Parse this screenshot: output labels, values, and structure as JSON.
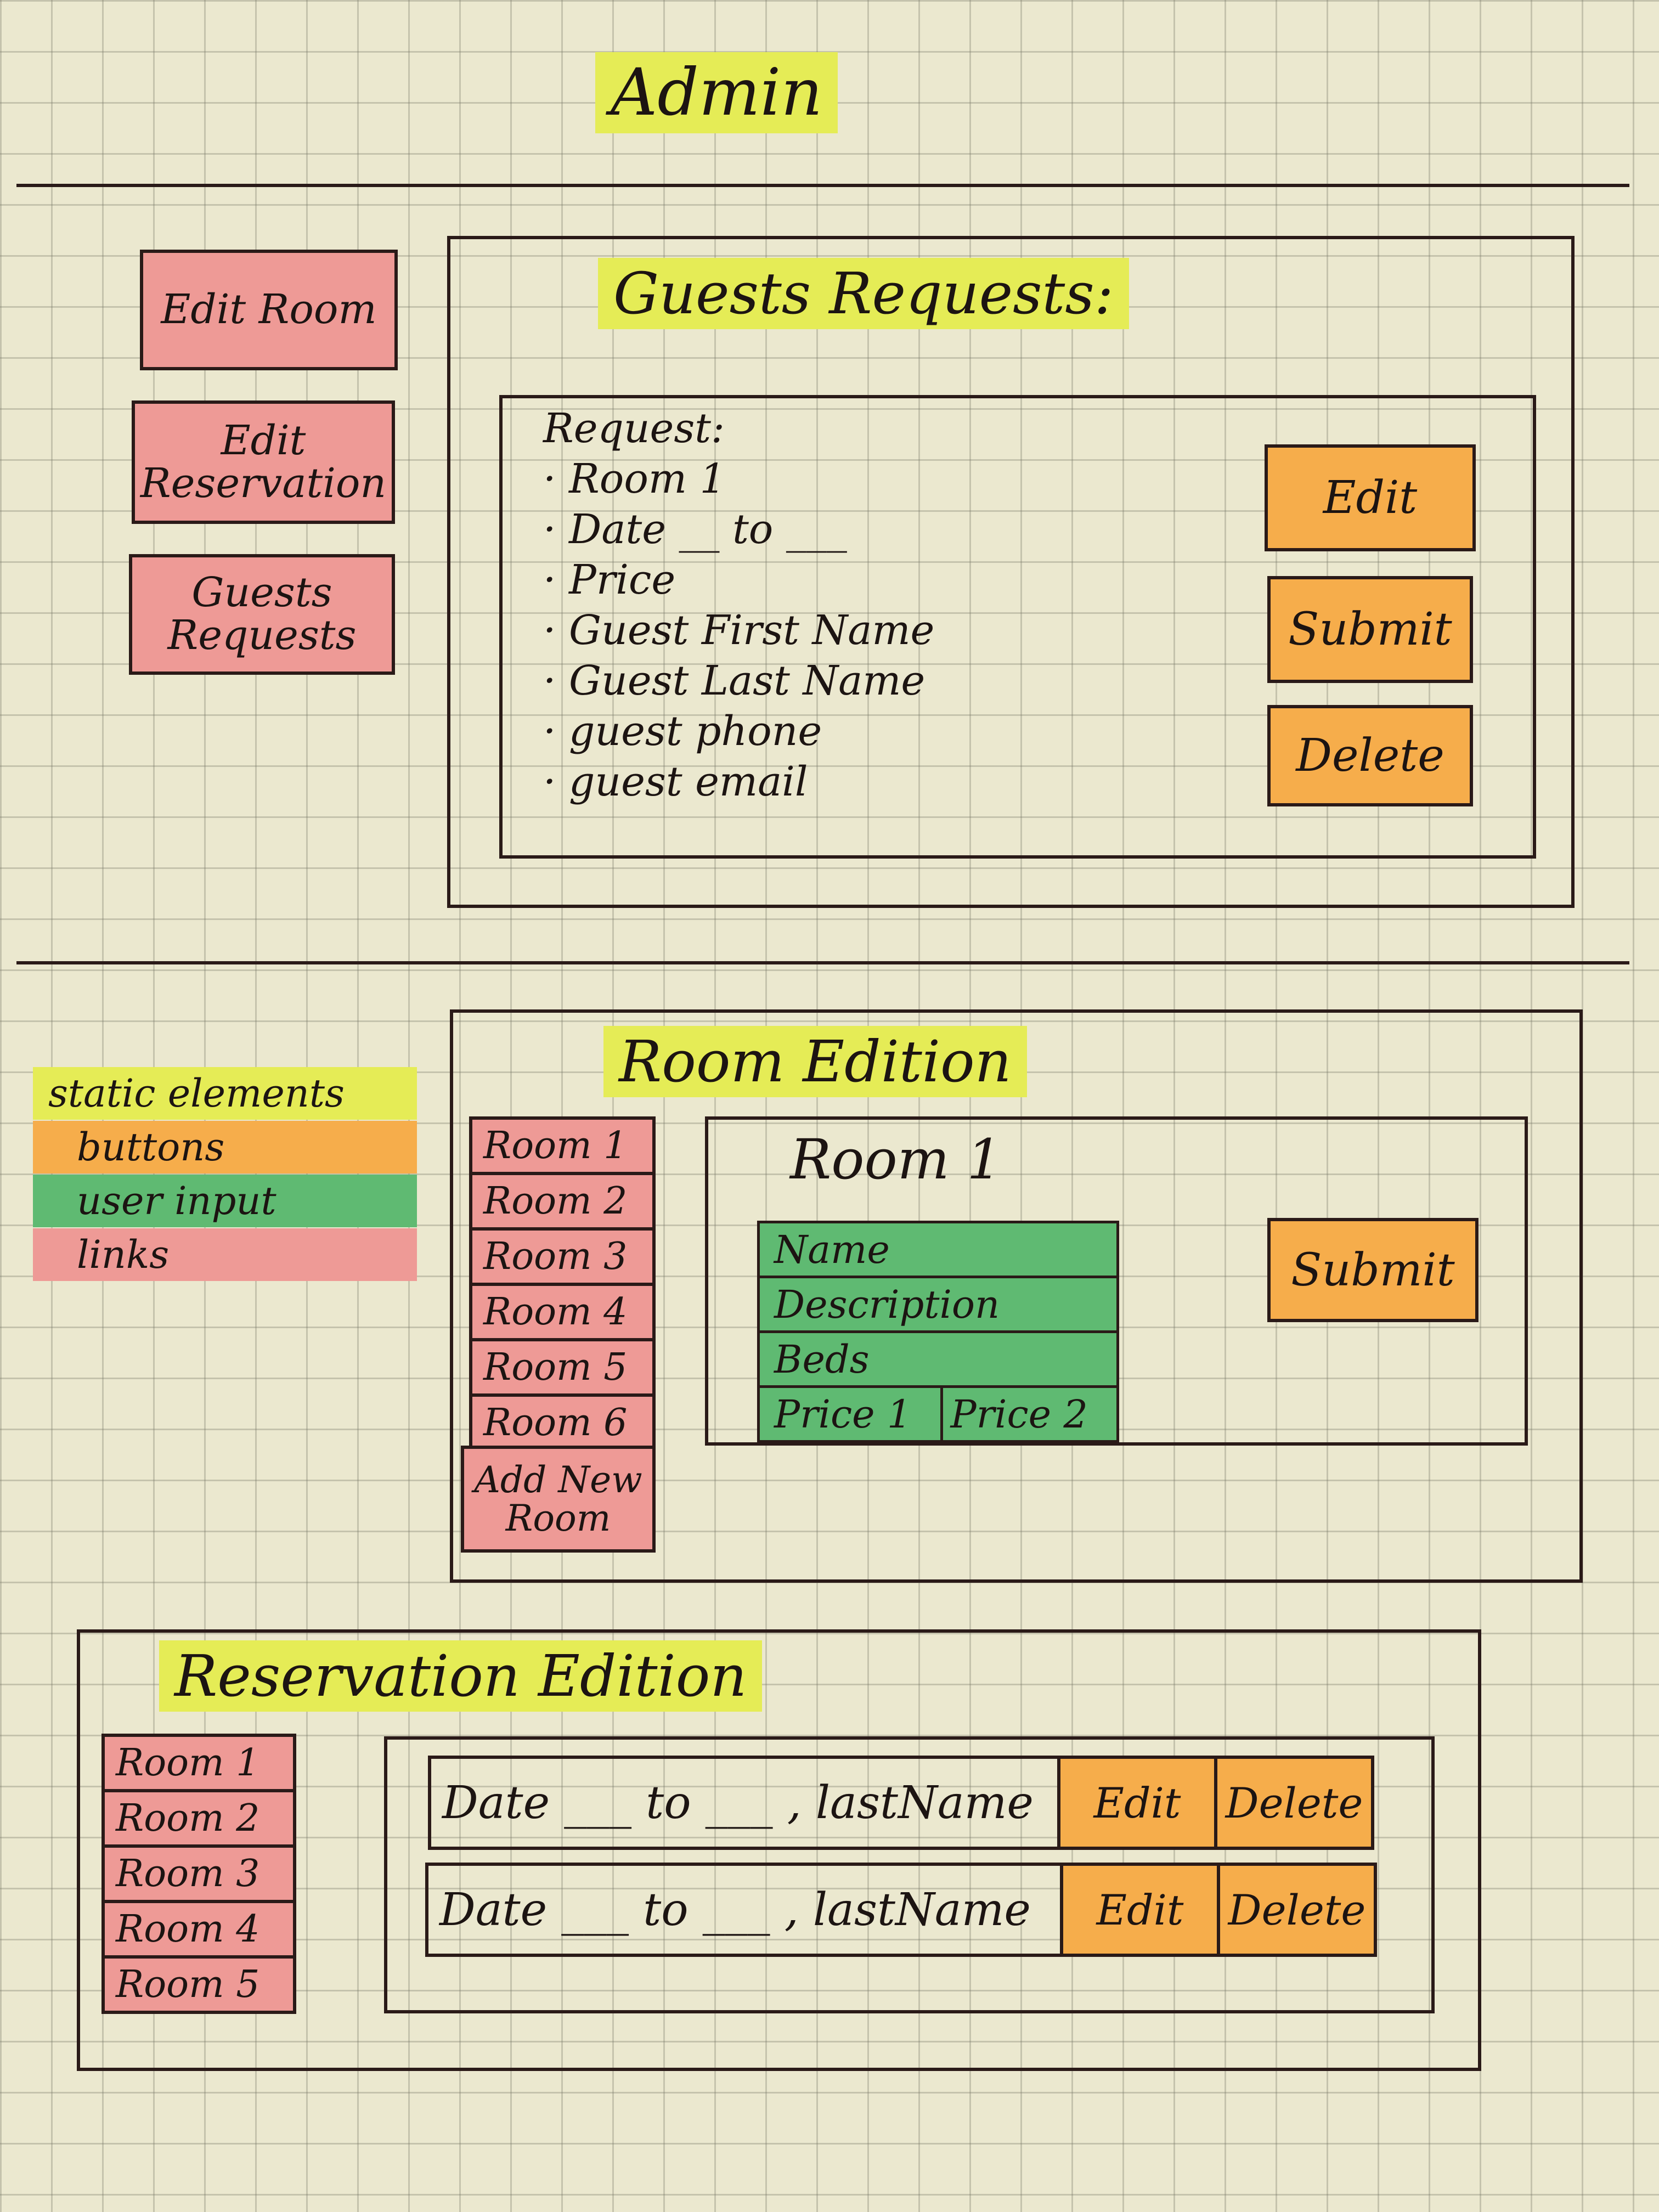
{
  "app": {
    "title": "Admin"
  },
  "sidebar": {
    "links": [
      "Edit Room",
      "Edit Reservation",
      "Guests Requests"
    ]
  },
  "guest_requests": {
    "title": "Guests Requests:",
    "request_heading": "Request:",
    "items": [
      "· Room 1",
      "· Date __ to ___",
      "· Price",
      "· Guest First Name",
      "· Guest Last Name",
      "· guest phone",
      "· guest email"
    ],
    "edit_label": "Edit",
    "submit_label": "Submit",
    "delete_label": "Delete"
  },
  "legend": {
    "static": "static elements",
    "buttons": "buttons",
    "user_input": "user input",
    "links": "links",
    "colors": {
      "static": "#e5ec56",
      "buttons": "#f6ad4b",
      "user_input": "#5fba72",
      "links": "#ee9a96"
    }
  },
  "room_edition": {
    "title": "Room Edition",
    "rooms": [
      "Room 1",
      "Room 2",
      "Room 3",
      "Room 4",
      "Room 5",
      "Room 6"
    ],
    "add_room_label": "Add New Room",
    "selected_room_title": "Room 1",
    "fields": {
      "name": "Name",
      "description": "Description",
      "beds": "Beds",
      "price1": "Price 1",
      "price2": "Price 2"
    },
    "submit_label": "Submit"
  },
  "reservation_edition": {
    "title": "Reservation Edition",
    "rooms": [
      "Room 1",
      "Room 2",
      "Room 3",
      "Room 4",
      "Room 5"
    ],
    "rows": [
      {
        "text": "Date ___ to ___ , lastName",
        "edit": "Edit",
        "delete": "Delete"
      },
      {
        "text": "Date ___ to ___ , lastName",
        "edit": "Edit",
        "delete": "Delete"
      }
    ]
  }
}
